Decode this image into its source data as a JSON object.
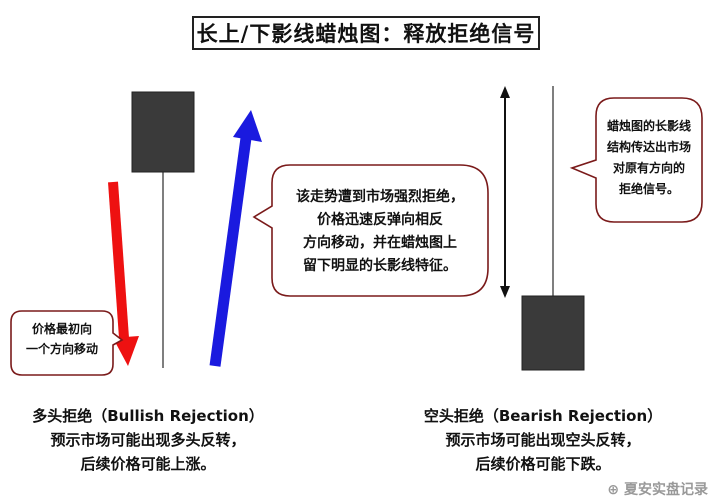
{
  "title": "长上/下影线蜡烛图：释放拒绝信号",
  "bubbles": {
    "left_small": [
      "价格最初向",
      "一个方向移动"
    ],
    "center": [
      "该走势遭到市场强烈拒绝，",
      "价格迅速反弹向相反",
      "方向移动，并在蜡烛图上",
      "留下明显的长影线特征。"
    ],
    "right": [
      "蜡烛图的长影线",
      "结构传达出市场",
      "对原有方向的",
      "拒绝信号。"
    ]
  },
  "captions": {
    "bullish": [
      "多头拒绝（Bullish Rejection）",
      "预示市场可能出现多头反转，",
      "后续价格可能上涨。"
    ],
    "bearish": [
      "空头拒绝（Bearish Rejection）",
      "预示市场可能出现空头反转，",
      "后续价格可能下跌。"
    ]
  },
  "watermark": "⊕ 夏安实盘记录",
  "colors": {
    "candle": "#3a3a3a",
    "down_arrow": "#ee1111",
    "up_arrow": "#1a1adf",
    "bubble_border": "#7a1a1a"
  }
}
